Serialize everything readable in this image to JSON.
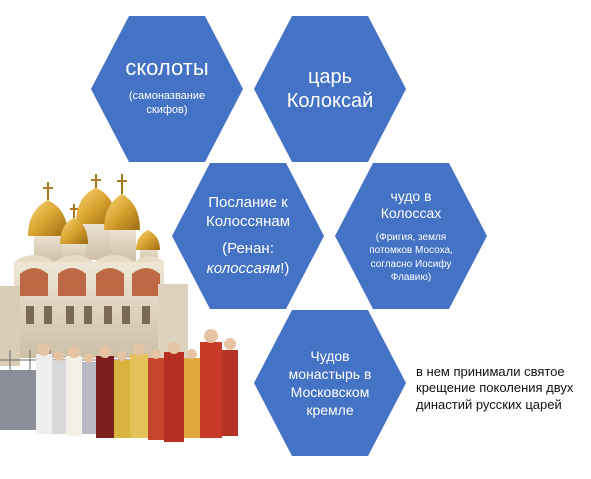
{
  "hexagons": [
    {
      "title": "сколоты",
      "note": "(самоназвание скифов)"
    },
    {
      "title_line1": "царь",
      "title_line2": "Колоксай"
    },
    {
      "title_line1": "Послание к",
      "title_line2": "Колоссянам",
      "note_prefix": "(Ренан:",
      "note_italic": "колоссаям",
      "note_suffix": "!)"
    },
    {
      "title_line1": "чудо в",
      "title_line2": "Колоссах",
      "note": "(Фригия, земля потомков Мосоха, согласно Иосифу Флавию)"
    },
    {
      "title_line1": "Чудов",
      "title_line2": "монастырь в",
      "title_line3": "Московском",
      "title_line4": "кремле"
    }
  ],
  "caption": "в нем принимали святое крещение поколения двух династий русских царей",
  "illustration": {
    "subject": "cathedral-with-procession"
  },
  "colors": {
    "hex_fill": "#4472c4",
    "hex_text": "#ffffff",
    "caption_text": "#111111"
  }
}
